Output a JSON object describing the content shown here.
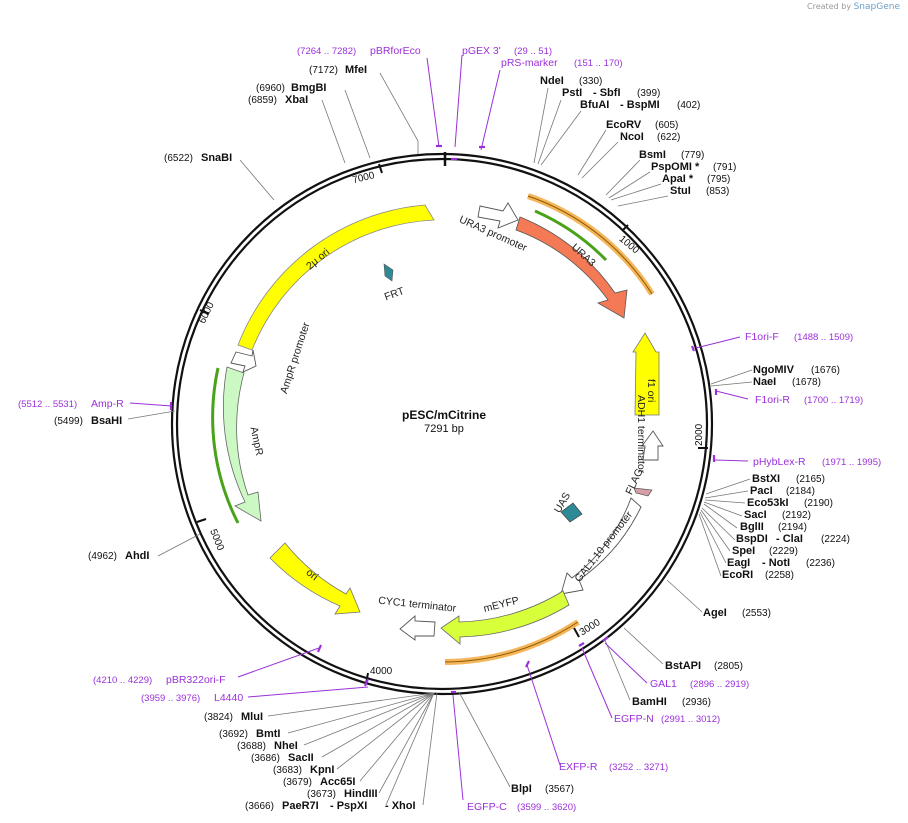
{
  "credit": {
    "prefix": "Created by",
    "brand": "SnapGene"
  },
  "plasmid": {
    "name": "pESC/mCitrine",
    "length_label": "7291 bp"
  },
  "ticks": [
    "1000",
    "2000",
    "3000",
    "4000",
    "5000",
    "6000",
    "7000"
  ],
  "features": {
    "ura3_promoter": "URA3 promoter",
    "ura3": "URA3",
    "f1_ori": "f1 ori",
    "adh1_terminator": "ADH1 terminator",
    "flag": "FLAG",
    "uas": "UAS",
    "gal_promoter": "GAL1,10 promoter",
    "meyfp": "mEYFP",
    "cyc1_terminator": "CYC1 terminator",
    "ori": "ori",
    "ampr": "AmpR",
    "ampr_promoter": "AmpR promoter",
    "two_micron_ori": "2μ ori",
    "frt": "FRT"
  },
  "enzymes": [
    {
      "name": "MfeI",
      "pos": "(7172)"
    },
    {
      "name": "BmgBI",
      "pos": "(6960)"
    },
    {
      "name": "XbaI",
      "pos": "(6859)"
    },
    {
      "name": "SnaBI",
      "pos": "(6522)"
    },
    {
      "name": "NdeI",
      "pos": "(330)"
    },
    {
      "name": "PstI",
      "pos": ""
    },
    {
      "name": "- SbfI",
      "pos": "(399)"
    },
    {
      "name": "BfuAI",
      "pos": ""
    },
    {
      "name": "- BspMI",
      "pos": "(402)"
    },
    {
      "name": "EcoRV",
      "pos": "(605)"
    },
    {
      "name": "NcoI",
      "pos": "(622)"
    },
    {
      "name": "BsmI",
      "pos": "(779)"
    },
    {
      "name": "PspOMI *",
      "pos": "(791)"
    },
    {
      "name": "ApaI *",
      "pos": "(795)"
    },
    {
      "name": "StuI",
      "pos": "(853)"
    },
    {
      "name": "NgoMIV",
      "pos": "(1676)"
    },
    {
      "name": "NaeI",
      "pos": "(1678)"
    },
    {
      "name": "BstXI",
      "pos": "(2165)"
    },
    {
      "name": "PacI",
      "pos": "(2184)"
    },
    {
      "name": "Eco53kI",
      "pos": "(2190)"
    },
    {
      "name": "SacI",
      "pos": "(2192)"
    },
    {
      "name": "BglII",
      "pos": "(2194)"
    },
    {
      "name": "BspDI",
      "pos": ""
    },
    {
      "name": "- ClaI",
      "pos": "(2224)"
    },
    {
      "name": "SpeI",
      "pos": "(2229)"
    },
    {
      "name": "EagI",
      "pos": ""
    },
    {
      "name": "- NotI",
      "pos": "(2236)"
    },
    {
      "name": "EcoRI",
      "pos": "(2258)"
    },
    {
      "name": "AgeI",
      "pos": "(2553)"
    },
    {
      "name": "BstAPI",
      "pos": "(2805)"
    },
    {
      "name": "BamHI",
      "pos": "(2936)"
    },
    {
      "name": "BlpI",
      "pos": "(3567)"
    },
    {
      "name": "MluI",
      "pos": "(3824)"
    },
    {
      "name": "BmtI",
      "pos": "(3692)"
    },
    {
      "name": "NheI",
      "pos": "(3688)"
    },
    {
      "name": "SacII",
      "pos": "(3686)"
    },
    {
      "name": "KpnI",
      "pos": "(3683)"
    },
    {
      "name": "Acc65I",
      "pos": "(3679)"
    },
    {
      "name": "HindIII",
      "pos": "(3673)"
    },
    {
      "name": "PaeR7I",
      "pos": "(3666)"
    },
    {
      "name": "- PspXI",
      "pos": ""
    },
    {
      "name": "- XhoI",
      "pos": ""
    },
    {
      "name": "AhdI",
      "pos": "(4962)"
    },
    {
      "name": "BsaHI",
      "pos": "(5499)"
    }
  ],
  "primers": [
    {
      "name": "pBRforEco",
      "pos": "(7264 .. 7282)"
    },
    {
      "name": "pGEX 3'",
      "pos": "(29 .. 51)"
    },
    {
      "name": "pRS-marker",
      "pos": "(151 .. 170)"
    },
    {
      "name": "F1ori-F",
      "pos": "(1488 .. 1509)"
    },
    {
      "name": "F1ori-R",
      "pos": "(1700 .. 1719)"
    },
    {
      "name": "pHybLex-R",
      "pos": "(1971 .. 1995)"
    },
    {
      "name": "GAL1",
      "pos": "(2896 .. 2919)"
    },
    {
      "name": "EGFP-N",
      "pos": "(2991 .. 3012)"
    },
    {
      "name": "EXFP-R",
      "pos": "(3252 .. 3271)"
    },
    {
      "name": "EGFP-C",
      "pos": "(3599 .. 3620)"
    },
    {
      "name": "pBR322ori-F",
      "pos": "(4210 .. 4229)"
    },
    {
      "name": "L4440",
      "pos": "(3959 .. 3976)"
    },
    {
      "name": "Amp-R",
      "pos": "(5512 .. 5531)"
    }
  ],
  "colors": {
    "backbone": "#111111",
    "primer": "#9b30d9",
    "yellow_feature": "#ffff00",
    "ura3": "#f47a55",
    "meyfp": "#d7ff3a",
    "ampr": "#ccf8c4",
    "uas": "#2d8a96",
    "orange_overlay": "#f5b55a",
    "green_overlay": "#4aa21a"
  }
}
